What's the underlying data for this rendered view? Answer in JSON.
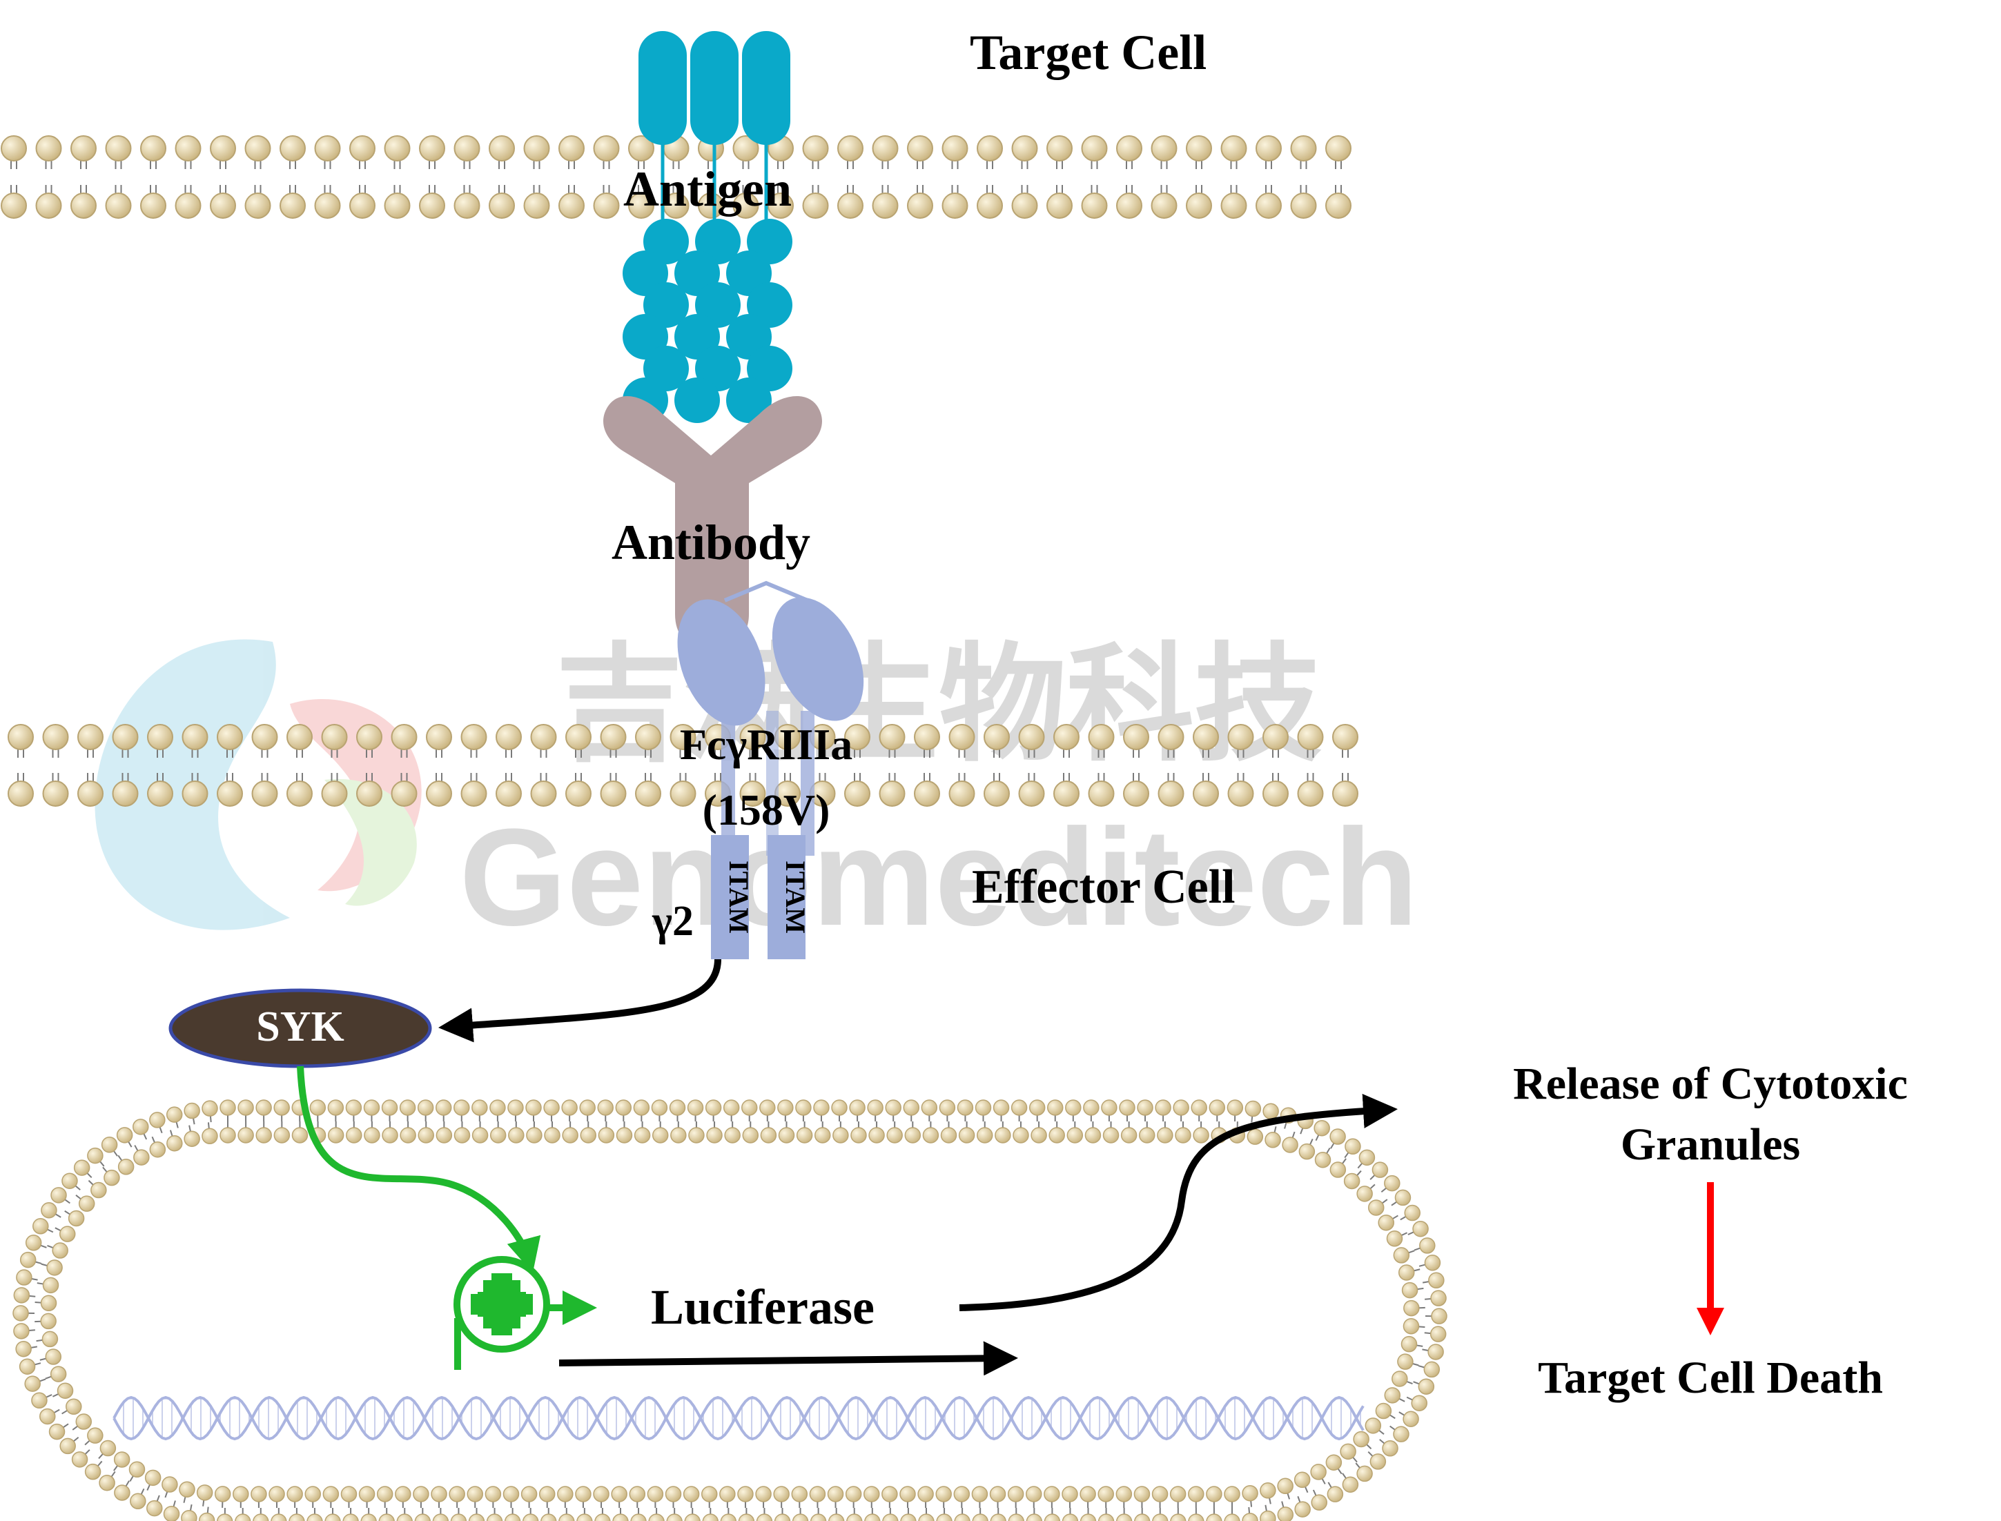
{
  "labels": {
    "target_cell": "Target Cell",
    "antigen": "Antigen",
    "antibody": "Antibody",
    "receptor_line1": "FcγRIIIa",
    "receptor_line2": "(158V)",
    "itam_left": "ITAM",
    "itam_right": "ITAM",
    "gamma2": "γ2",
    "effector_cell": "Effector Cell",
    "syk": "SYK",
    "luciferase": "Luciferase",
    "release_line1": "Release of Cytotoxic",
    "release_line2": "Granules",
    "death": "Target Cell Death"
  },
  "watermark": {
    "chinese": "吉满生物科技",
    "latin": "Genomeditech"
  },
  "colors": {
    "lipid_head": "#d9c79a",
    "lipid_tail": "#7a7a7a",
    "antigen": "#0aa9c9",
    "antibody": "#b39ea0",
    "receptor": "#9daddb",
    "syk_fill": "#4a3a2e",
    "syk_border": "#3a4aa8",
    "activation": "#1fb82e",
    "death_arrow": "#ff0000",
    "dna": "#aab4e0"
  }
}
